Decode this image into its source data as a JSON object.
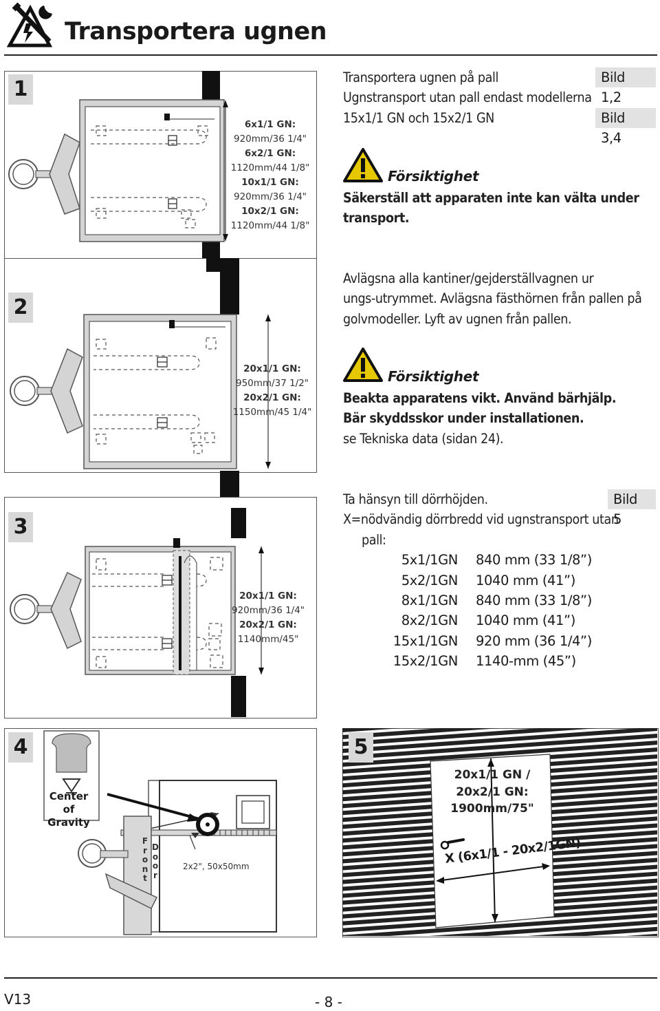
{
  "header": {
    "title": "Transportera ugnen"
  },
  "section1": {
    "number": "1",
    "dims": [
      {
        "label": "6x1/1 GN:",
        "value": "920mm/36 1/4\""
      },
      {
        "label": "6x2/1 GN:",
        "value": "1120mm/44 1/8\""
      },
      {
        "label": "10x1/1 GN:",
        "value": "920mm/36 1/4\""
      },
      {
        "label": "10x2/1 GN:",
        "value": "1120mm/44 1/8\""
      }
    ],
    "lines": [
      "Transportera ugnen på pall",
      "Ugnstransport utan pall endast modellerna",
      "15x1/1 GN och 15x2/1 GN"
    ],
    "bild_a": "Bild 1,2",
    "bild_b": "Bild 3,4",
    "warning_title": "Försiktighet",
    "warning_text": [
      "Säkerställ att apparaten inte kan välta under",
      "transport."
    ]
  },
  "section2": {
    "number": "2",
    "dims": [
      {
        "label": "20x1/1 GN:",
        "value": "950mm/37 1/2\""
      },
      {
        "label": "20x2/1 GN:",
        "value": "1150mm/45 1/4\""
      }
    ],
    "lines": [
      "Avlägsna alla kantiner/gejderställvagnen ur",
      "ungs-utrymmet. Avlägsna fästhörnen från pallen på",
      "golvmodeller. Lyft av ugnen från pallen."
    ],
    "warning_title": "Försiktighet",
    "warning_text": [
      "Beakta apparatens vikt. Använd bärhjälp.",
      "Bär skyddsskor under installationen."
    ],
    "note": "se Tekniska data (sidan 24)."
  },
  "section3": {
    "number": "3",
    "dims": [
      {
        "label": "20x1/1 GN:",
        "value": "920mm/36 1/4\""
      },
      {
        "label": "20x2/1 GN:",
        "value": "1140mm/45\""
      }
    ],
    "line1": "Ta hänsyn till dörrhöjden.",
    "bild": "Bild 5",
    "line2": "X=nödvändig dörrbredd vid ugnstransport utan",
    "line3": "pall:",
    "widths": [
      {
        "model": "5x1/1GN",
        "size": "840 mm (33 1/8”)"
      },
      {
        "model": "5x2/1GN",
        "size": "1040 mm (41”)"
      },
      {
        "model": "8x1/1GN",
        "size": "840 mm (33 1/8”)"
      },
      {
        "model": "8x2/1GN",
        "size": "1040 mm (41”)"
      },
      {
        "model": "15x1/1GN",
        "size": "920 mm (36 1/4”)"
      },
      {
        "model": "15x2/1GN",
        "size": "1140-mm (45”)"
      }
    ]
  },
  "section4": {
    "number": "4",
    "cog_line1": "Center",
    "cog_line2": "of Gravity",
    "front": [
      "F",
      "r",
      "o",
      "n",
      "t"
    ],
    "door": [
      "D",
      "o",
      "o",
      "r"
    ],
    "beam": "2x2\", 50x50mm"
  },
  "section5": {
    "number": "5",
    "label": [
      "20x1/1 GN /",
      "20x2/1 GN:",
      "1900mm/75\""
    ],
    "xlabel": "X (6x1/1 - 20x2/1GN)"
  },
  "footer": {
    "version": "V13",
    "page": "- 8 -"
  }
}
